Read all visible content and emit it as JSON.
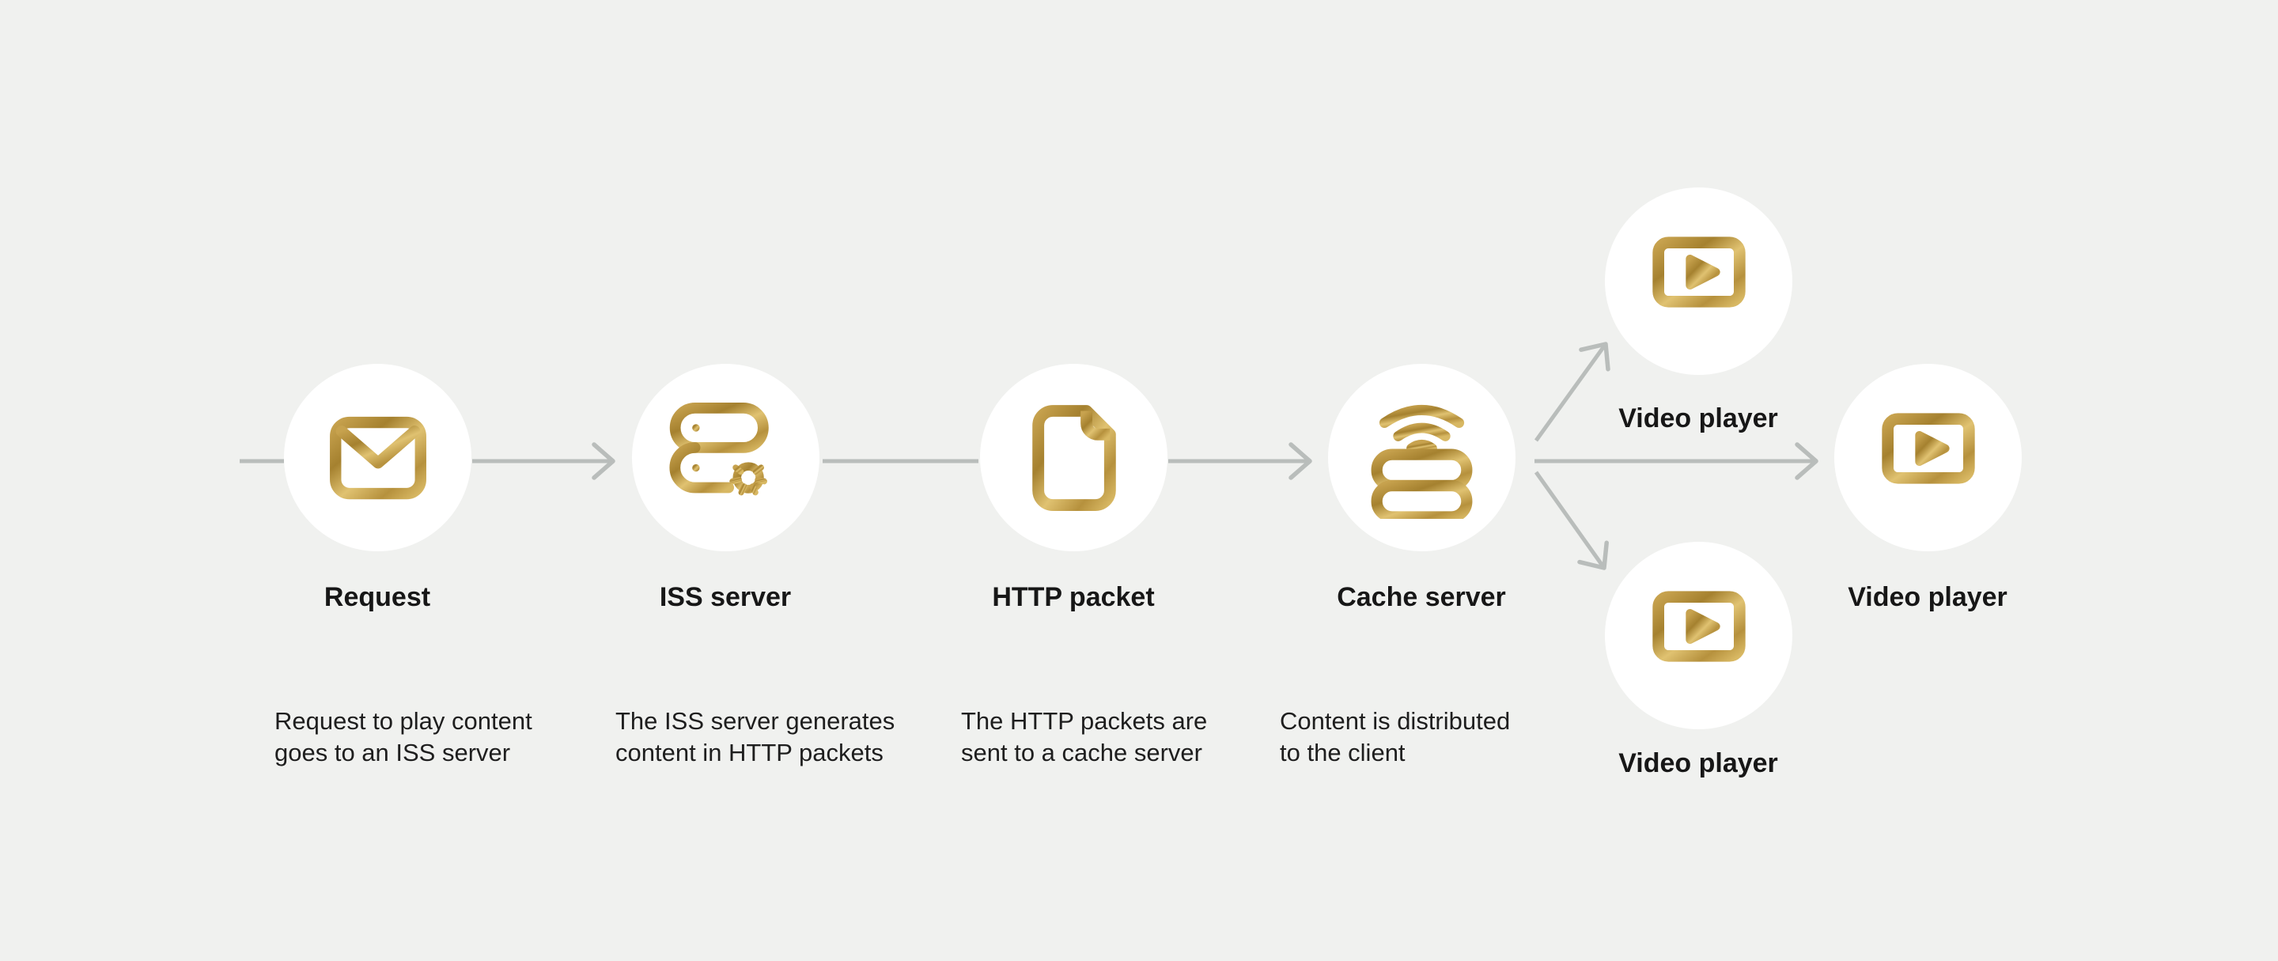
{
  "diagram": {
    "colors": {
      "background": "#f0f1ef",
      "node_circle": "#ffffff",
      "gold_icon_light": "#e0c271",
      "gold_icon_mid": "#c7a24e",
      "gold_icon_dark": "#a5812f",
      "arrow": "#b9bdbb",
      "label_text": "#171717",
      "description_text": "#1e1e1e"
    },
    "nodes": [
      {
        "label": "Request",
        "icon": "envelope-icon",
        "description": "Request to play content\ngoes to an ISS server"
      },
      {
        "label": "ISS server",
        "icon": "server-gear-icon",
        "description": "The ISS server generates\ncontent in HTTP packets"
      },
      {
        "label": "HTTP packet",
        "icon": "document-icon",
        "description": "The HTTP packets are\nsent to a cache server"
      },
      {
        "label": "Cache server",
        "icon": "server-wireless-icon",
        "description": "Content is distributed\nto the client"
      },
      {
        "label": "Video player",
        "icon": "video-player-icon"
      },
      {
        "label": "Video player",
        "icon": "video-player-icon"
      },
      {
        "label": "Video player",
        "icon": "video-player-icon"
      }
    ]
  }
}
